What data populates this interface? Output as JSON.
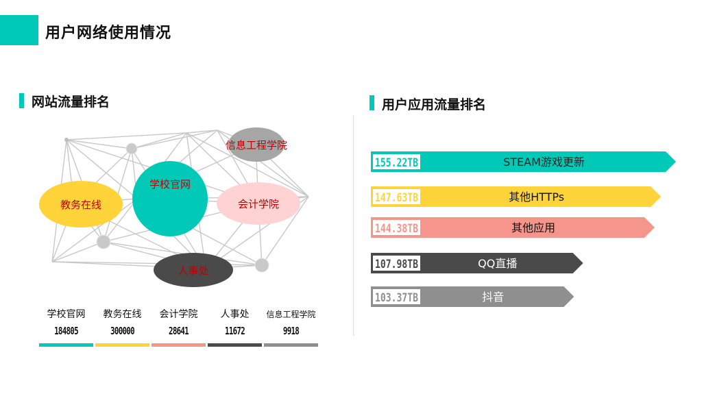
{
  "page": {
    "title": "用户网络使用情况"
  },
  "colors": {
    "accent": "#00c9b7",
    "yellow": "#ffd43b",
    "pink": "#f6958c",
    "dark": "#4a4a4a",
    "gray": "#8f8f8f",
    "light_pink": "#ffd3d3",
    "red_text": "#c00000"
  },
  "left_section": {
    "title": "网站流量排名"
  },
  "right_section": {
    "title": "用户应用流量排名"
  },
  "chart_data": [
    {
      "type": "table",
      "title": "网站流量排名",
      "categories": [
        "学校官网",
        "教务在线",
        "会计学院",
        "人事处",
        "信息工程学院"
      ],
      "values": [
        "184805",
        "300000",
        "28641",
        "11672",
        "9918"
      ],
      "colors": [
        "#00c9b7",
        "#ffd43b",
        "#f6958c",
        "#4a4a4a",
        "#8f8f8f"
      ],
      "bubbles": [
        {
          "label": "教务在线",
          "color": "#ffd43b",
          "text_color": "#c00000"
        },
        {
          "label": "学校官网",
          "color": "#00c9b7",
          "text_color": "#c00000"
        },
        {
          "label": "会计学院",
          "color": "#ffd3d3",
          "text_color": "#c00000"
        },
        {
          "label": "人事处",
          "color": "#4a4a4a",
          "text_color": "#c00000"
        },
        {
          "label": "信息工程学院",
          "color": "#a6a6a6",
          "text_color": "#c00000"
        }
      ]
    },
    {
      "type": "bar",
      "title": "用户应用流量排名",
      "categories": [
        "STEAM游戏更新",
        "其他HTTPs",
        "其他应用",
        "QQ直播",
        "抖音"
      ],
      "values": [
        155.22,
        147.63,
        144.38,
        107.98,
        103.37
      ],
      "value_labels": [
        "155.22TB",
        "147.63TB",
        "144.38TB",
        "107.98TB",
        "103.37TB"
      ],
      "unit": "TB",
      "colors": [
        "#00c9b7",
        "#ffd43b",
        "#f6958c",
        "#4a4a4a",
        "#8f8f8f"
      ],
      "label_colors": [
        "#222222",
        "#111111",
        "#111111",
        "#ffffff",
        "#ffffff"
      ]
    }
  ]
}
